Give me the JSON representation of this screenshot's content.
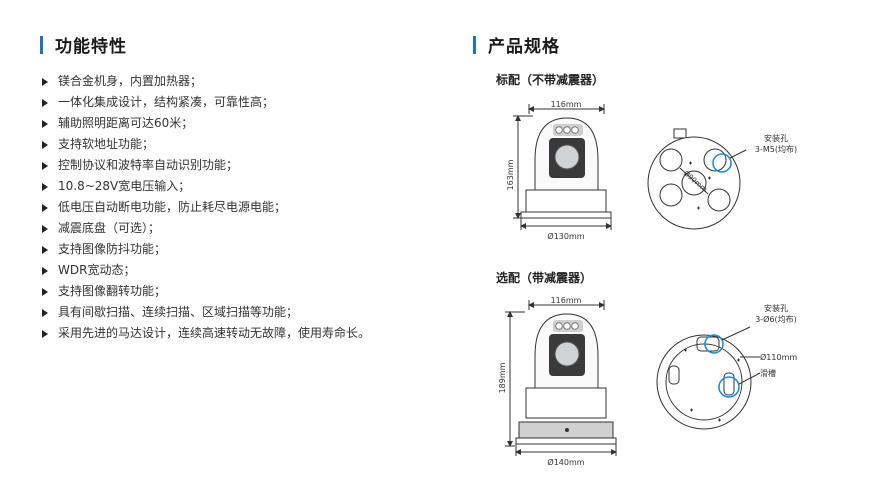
{
  "left_section": {
    "title": "功能特性",
    "features": [
      "镁合金机身，内置加热器；",
      "一体化集成设计，结构紧凑，可靠性高；",
      "辅助照明距离可达60米；",
      "支持软地址功能；",
      "控制协议和波特率自动识别功能；",
      "10.8~28V宽电压输入；",
      "低电压自动断电功能，防止耗尽电源电能；",
      "减震底盘（可选）；",
      "支持图像防抖功能；",
      "WDR宽动态；",
      "支持图像翻转功能；",
      "具有间歇扫描、连续扫描、区域扫描等功能；",
      "采用先进的马达设计，连续高速转动无故障，使用寿命长。"
    ]
  },
  "right_section": {
    "title": "产品规格",
    "standard": {
      "heading": "标配（不带减震器）",
      "width_label": "116mm",
      "height_label": "163mm",
      "base_label": "Ø130mm",
      "hole_label_line1": "安装孔",
      "hole_label_line2": "3-M5(均布)",
      "pcd_label": "Ø90mm"
    },
    "optional": {
      "heading": "选配（带减震器）",
      "width_label": "116mm",
      "height_label": "189mm",
      "base_label": "Ø140mm",
      "hole_label_line1": "安装孔",
      "hole_label_line2": "3-Ø6(均布)",
      "dia_label": "Ø110mm",
      "slot_label": "滑槽"
    }
  },
  "colors": {
    "accent": "#1e73be",
    "line": "#333333",
    "mark": "#1e8fd5"
  }
}
